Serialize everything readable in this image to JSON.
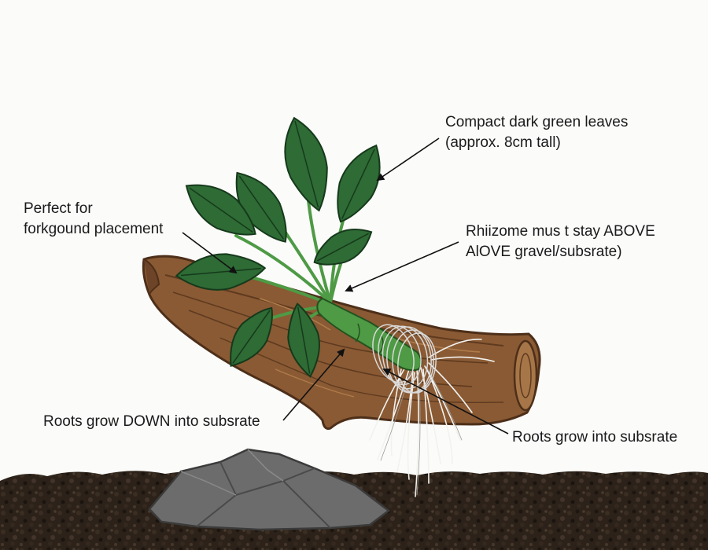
{
  "annotations": {
    "leaves": {
      "line1": "Compact dark green leaves",
      "line2": "(approx. 8cm tall)"
    },
    "foreground": {
      "line1": "Perfect for",
      "line2": "forkgound placement"
    },
    "rhizome": {
      "line1": "Rhiizome mus t stay ABOVE",
      "line2": "AlOVE gravel/subsrate)"
    },
    "roots_down": {
      "line1": "Roots grow DOWN into subsrate"
    },
    "roots_into": {
      "line1": "Roots grow into subsrate"
    }
  },
  "colors": {
    "leaf": "#2e6b35",
    "leaf_vein": "#16391b",
    "stem": "#4e9a45",
    "wood": "#8a5a34",
    "wood_dark": "#4d2f19",
    "gravel": "#2c2219",
    "rock": "#6e6e6e",
    "thread": "#d9d9d9",
    "root": "#f2f2ee"
  }
}
